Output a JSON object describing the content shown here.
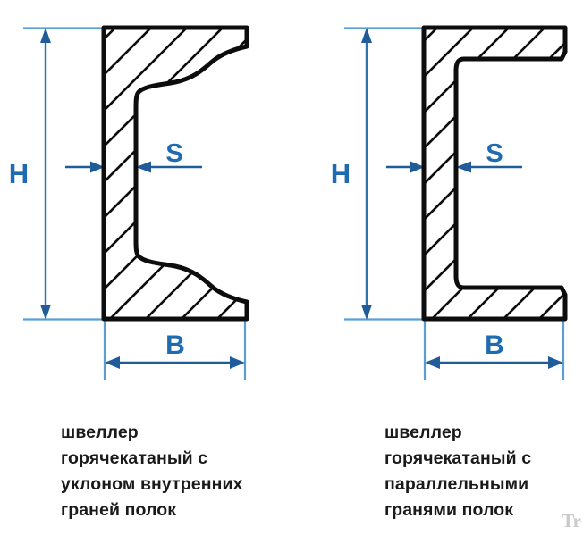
{
  "diagram": {
    "title_semantic": "channel-steel-profile-comparison",
    "colors": {
      "outline": "#0d0d0d",
      "hatch": "#0d0d0d",
      "dimension_dark_blue": "#1f5c99",
      "dimension_arrow_blue": "#1f5c99",
      "extension_light_blue": "#5a9fd4",
      "label_blue": "#1f6bb0",
      "background": "#ffffff",
      "caption_text": "#1a1a1a",
      "watermark": "#c9c9c9"
    },
    "figures": [
      {
        "id": "figure-left",
        "name": "tapered-flange-channel",
        "flange_type": "sloped-inner-faces",
        "labels": {
          "height": "H",
          "thickness": "S",
          "width": "B"
        },
        "caption_lines": [
          "швеллер",
          "горячекатаный с",
          "уклоном внутренних",
          "граней полок"
        ]
      },
      {
        "id": "figure-right",
        "name": "parallel-flange-channel",
        "flange_type": "parallel-inner-faces",
        "labels": {
          "height": "H",
          "thickness": "S",
          "width": "B"
        },
        "caption_lines": [
          "швеллер",
          "горячекатаный с",
          "параллельными",
          "гранями полок"
        ]
      }
    ],
    "watermark_text": "Tr"
  }
}
